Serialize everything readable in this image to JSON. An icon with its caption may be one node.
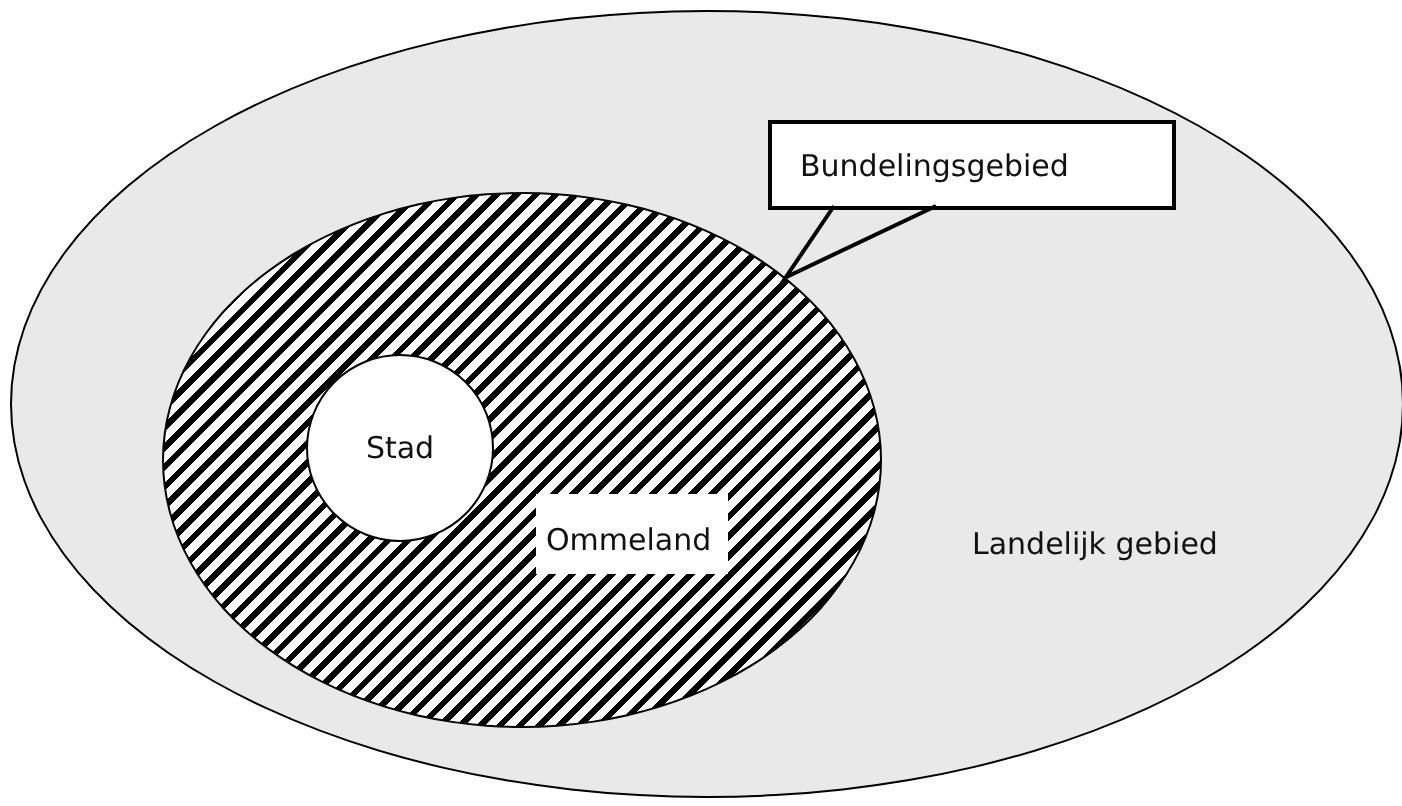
{
  "diagram": {
    "nodes": [
      {
        "text": [
          "Landelijk gebied"
        ]
      },
      {
        "text": [
          "Ommeland"
        ],
        "in": 0
      },
      {
        "text": [
          "Stad"
        ],
        "in": 1
      },
      {
        "text": [
          "Bundelingsgebied"
        ],
        "in": 0
      }
    ],
    "edges": [
      {
        "from": 3,
        "to": 1,
        "arrow": "none"
      }
    ]
  }
}
